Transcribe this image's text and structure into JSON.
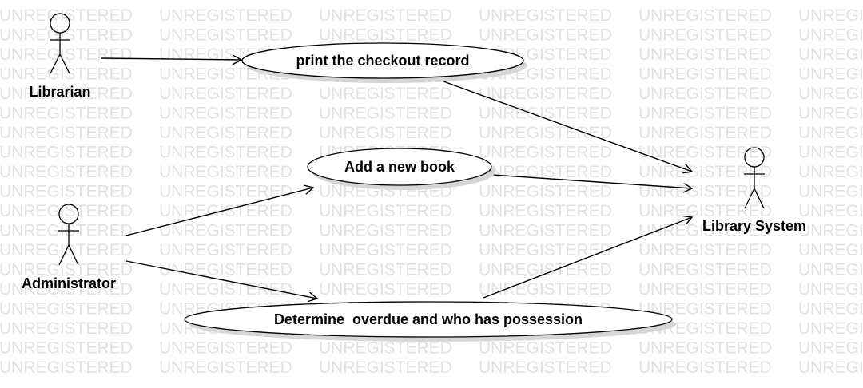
{
  "watermark": "UNREGISTERED",
  "actors": {
    "librarian": "Librarian",
    "administrator": "Administrator",
    "library_system": "Library System"
  },
  "use_cases": {
    "print_checkout": "print the checkout record",
    "add_book": "Add a new book",
    "determine_overdue": "Determine  overdue and who has possession"
  }
}
